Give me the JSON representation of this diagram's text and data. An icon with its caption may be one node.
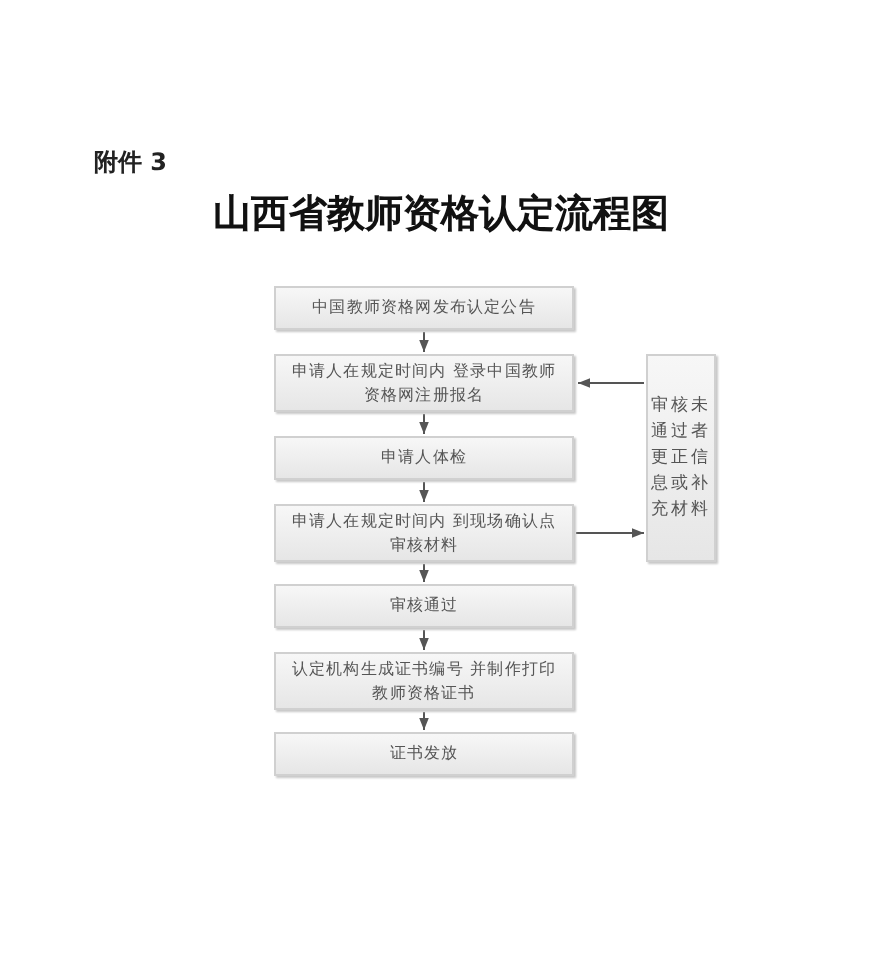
{
  "diagram": {
    "title": "山西省教师资格认定流程图",
    "nodes": [
      {
        "text": [
          "中国教师资格网发布认定公告"
        ]
      },
      {
        "text": [
          "申请人在规定时间内 登录中国教师资格网注册报名"
        ]
      },
      {
        "text": [
          "申请人体检"
        ]
      },
      {
        "text": [
          "申请人在规定时间内 到现场确认点审核材料"
        ]
      },
      {
        "text": [
          "审核通过"
        ]
      },
      {
        "text": [
          "认定机构生成证书编号 并制作打印教师资格证书"
        ]
      },
      {
        "text": [
          "证书发放"
        ]
      },
      {
        "text": [
          "审核未通过者更正信息或补充材料"
        ]
      }
    ],
    "edges": [
      {
        "from": 0,
        "to": 1,
        "arrow": "to"
      },
      {
        "from": 1,
        "to": 2,
        "arrow": "to"
      },
      {
        "from": 2,
        "to": 3,
        "arrow": "to"
      },
      {
        "from": 3,
        "to": 4,
        "arrow": "to"
      },
      {
        "from": 4,
        "to": 5,
        "arrow": "to"
      },
      {
        "from": 5,
        "to": 6,
        "arrow": "to"
      },
      {
        "from": 3,
        "to": 7,
        "arrow": "to"
      },
      {
        "from": 7,
        "to": 1,
        "arrow": "to"
      }
    ],
    "labels": [
      "附件 3"
    ]
  }
}
